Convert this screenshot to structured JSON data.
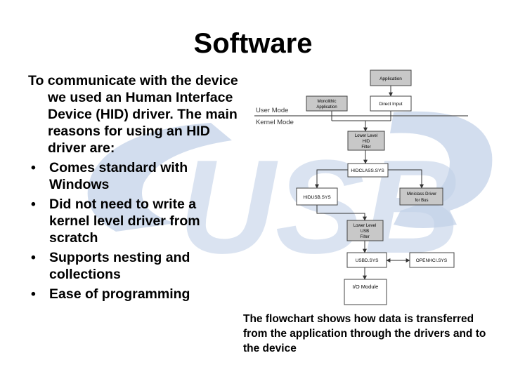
{
  "slide": {
    "title": "Software",
    "intro": "To communicate with the device we used an Human Interface Device (HID) driver. The main reasons for using an HID driver are:",
    "bullets": [
      "Comes standard with Windows",
      "Did not need to write a kernel level driver from scratch",
      "Supports nesting and collections",
      "Ease of programming"
    ],
    "bullet_symbol": "•",
    "caption": "The flowchart shows how data is transferred from the application through the drivers and to the device"
  },
  "diagram": {
    "user_mode_label": "User Mode",
    "kernel_mode_label": "Kernel Mode",
    "nodes": {
      "application": [
        "Application"
      ],
      "monolithic": [
        "Monolithic",
        "Application"
      ],
      "direct_input": [
        "Direct Input"
      ],
      "lower_hid": [
        "Lower Level",
        "HID",
        "Filter"
      ],
      "hidclass": [
        "HIDCLASS.SYS"
      ],
      "hidusb": [
        "HIDUSB.SYS"
      ],
      "miniclass": [
        "Miniclass Driver",
        "for Bus"
      ],
      "lower_usb": [
        "Lower Level",
        "USB",
        "Filter"
      ],
      "usbd": [
        "USBD.SYS"
      ],
      "openhci": [
        "OPENHCI.SYS"
      ],
      "io_module": [
        "I/O Module"
      ]
    }
  },
  "watermark": {
    "text": "USB",
    "color": "#c3d2e8"
  },
  "colors": {
    "shaded_box": "#c8c8c8",
    "line": "#555555"
  }
}
